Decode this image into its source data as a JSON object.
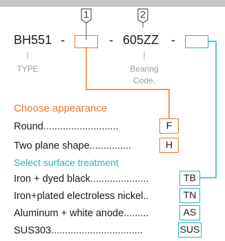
{
  "badges": [
    "1",
    "2"
  ],
  "code": {
    "prefix": "BH551",
    "dash1": "-",
    "dash2": "-",
    "bearing": "605ZZ",
    "dash3": "-"
  },
  "labels": {
    "type": "TYPE",
    "bearing_line1": "Bearing",
    "bearing_line2": "Code."
  },
  "appearance": {
    "heading": "Choose appearance",
    "options": [
      {
        "label": "Round...........................",
        "code": "F"
      },
      {
        "label": "Two plane shape...............",
        "code": "H"
      }
    ]
  },
  "surface": {
    "heading": "Select surface treatment",
    "options": [
      {
        "label": "Iron + dyed black.....................",
        "code": "TB"
      },
      {
        "label": "Iron+plated electroless nickel..",
        "code": "TN"
      },
      {
        "label": "Aluminum + white anode.........",
        "code": "AS"
      },
      {
        "label": "SUS303.................................",
        "code": "SUS"
      }
    ]
  },
  "colors": {
    "appearance_accent": "#e8762d",
    "surface_accent": "#26b5b5",
    "header_bar": "#c7c7c7"
  }
}
